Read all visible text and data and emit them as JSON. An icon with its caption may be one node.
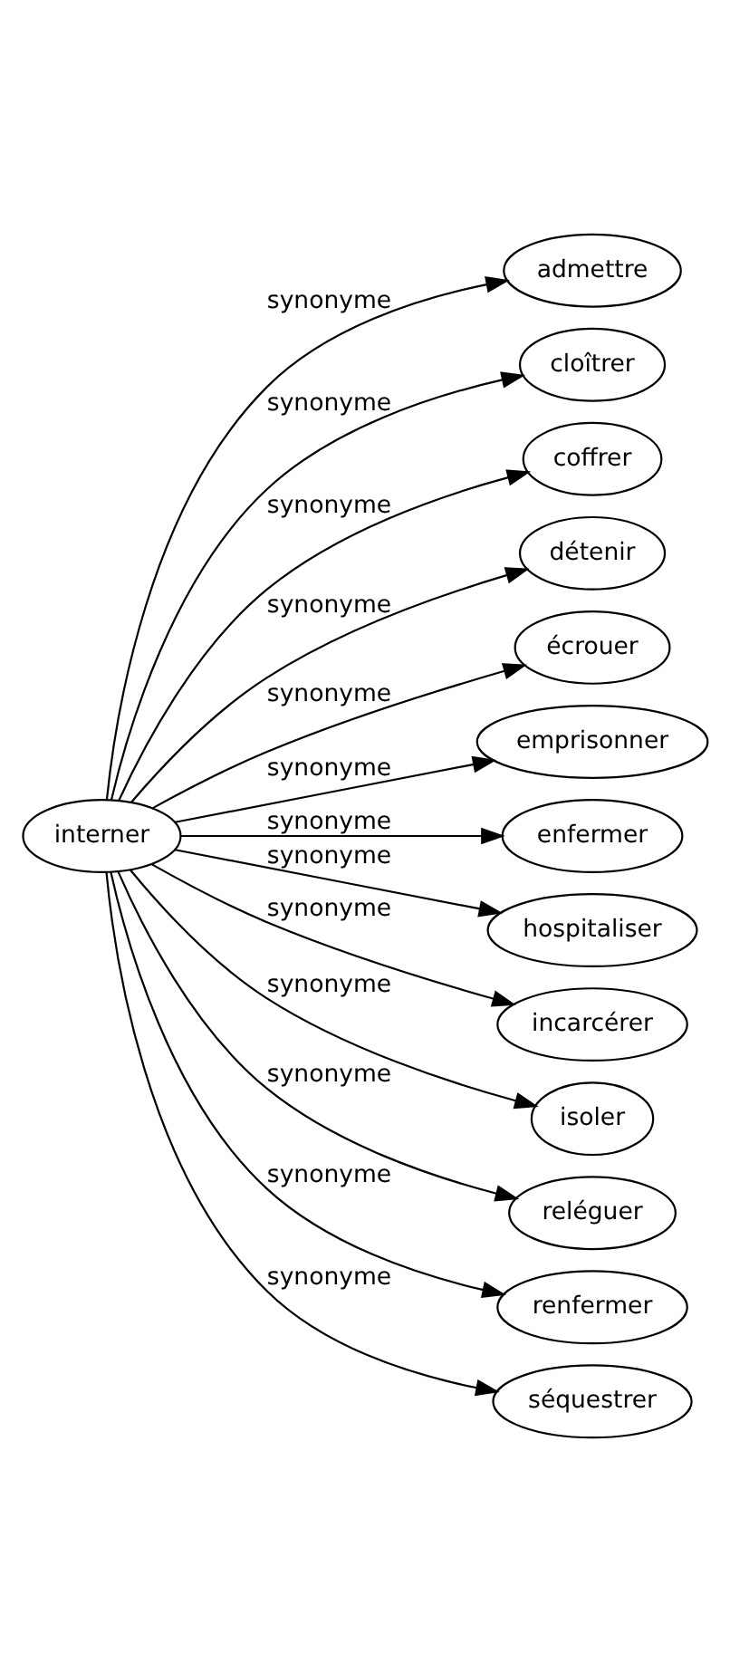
{
  "diagram": {
    "nodes": [
      {
        "text": [
          "interner"
        ]
      },
      {
        "text": [
          "admettre"
        ]
      },
      {
        "text": [
          "cloîtrer"
        ]
      },
      {
        "text": [
          "coffrer"
        ]
      },
      {
        "text": [
          "détenir"
        ]
      },
      {
        "text": [
          "écrouer"
        ]
      },
      {
        "text": [
          "emprisonner"
        ]
      },
      {
        "text": [
          "enfermer"
        ]
      },
      {
        "text": [
          "hospitaliser"
        ]
      },
      {
        "text": [
          "incarcérer"
        ]
      },
      {
        "text": [
          "isoler"
        ]
      },
      {
        "text": [
          "reléguer"
        ]
      },
      {
        "text": [
          "renfermer"
        ]
      },
      {
        "text": [
          "séquestrer"
        ]
      }
    ],
    "edges": [
      {
        "from": 0,
        "to": 1,
        "arrow": "to",
        "label": "synonyme"
      },
      {
        "from": 0,
        "to": 2,
        "arrow": "to",
        "label": "synonyme"
      },
      {
        "from": 0,
        "to": 3,
        "arrow": "to",
        "label": "synonyme"
      },
      {
        "from": 0,
        "to": 4,
        "arrow": "to",
        "label": "synonyme"
      },
      {
        "from": 0,
        "to": 5,
        "arrow": "to",
        "label": "synonyme"
      },
      {
        "from": 0,
        "to": 6,
        "arrow": "to",
        "label": "synonyme"
      },
      {
        "from": 0,
        "to": 7,
        "arrow": "to",
        "label": "synonyme"
      },
      {
        "from": 0,
        "to": 8,
        "arrow": "to",
        "label": "synonyme"
      },
      {
        "from": 0,
        "to": 9,
        "arrow": "to",
        "label": "synonyme"
      },
      {
        "from": 0,
        "to": 10,
        "arrow": "to",
        "label": "synonyme"
      },
      {
        "from": 0,
        "to": 11,
        "arrow": "to",
        "label": "synonyme"
      },
      {
        "from": 0,
        "to": 12,
        "arrow": "to",
        "label": "synonyme"
      },
      {
        "from": 0,
        "to": 13,
        "arrow": "to",
        "label": "synonyme"
      }
    ]
  }
}
